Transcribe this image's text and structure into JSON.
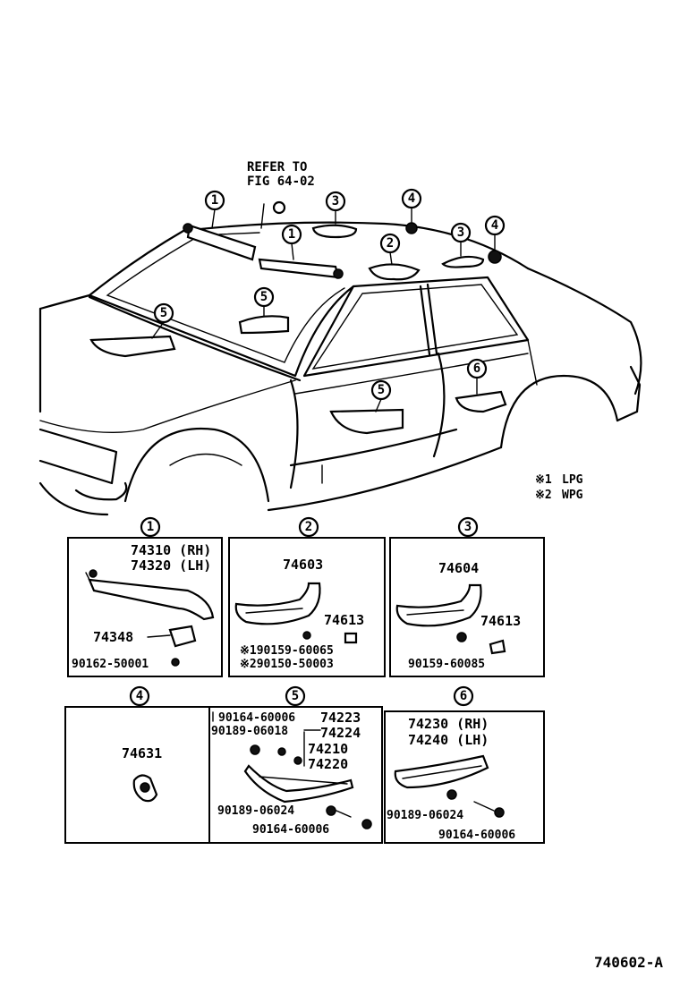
{
  "reference": {
    "line1": "REFER TO",
    "line2": "FIG 64-02"
  },
  "legend": {
    "item1_mark": "※1",
    "item1_text": "LPG",
    "item2_mark": "※2",
    "item2_text": "WPG"
  },
  "callouts": {
    "c1": "1",
    "c2": "2",
    "c3": "3",
    "c4": "4",
    "c5": "5",
    "c6": "6"
  },
  "panels": {
    "p1": {
      "number": "1",
      "part_a": "74310 (RH)",
      "part_b": "74320 (LH)",
      "part_c": "74348",
      "part_d": "90162-50001"
    },
    "p2": {
      "number": "2",
      "part_a": "74603",
      "part_b": "74613",
      "part_c": "※190159-60065",
      "part_d": "※290150-50003"
    },
    "p3": {
      "number": "3",
      "part_a": "74604",
      "part_b": "74613",
      "part_c": "90159-60085"
    },
    "p4": {
      "number": "4",
      "part_a": "74631"
    },
    "p5": {
      "number": "5",
      "part_a": "90164-60006",
      "part_b": "74223",
      "part_c": "90189-06018",
      "part_d": "74224",
      "part_e": "74210",
      "part_f": "74220",
      "part_g": "90189-06024",
      "part_h": "90164-60006"
    },
    "p6": {
      "number": "6",
      "part_a": "74230 (RH)",
      "part_b": "74240 (LH)",
      "part_c": "90189-06024",
      "part_d": "90164-60006"
    }
  },
  "figure_code": "740602-A"
}
